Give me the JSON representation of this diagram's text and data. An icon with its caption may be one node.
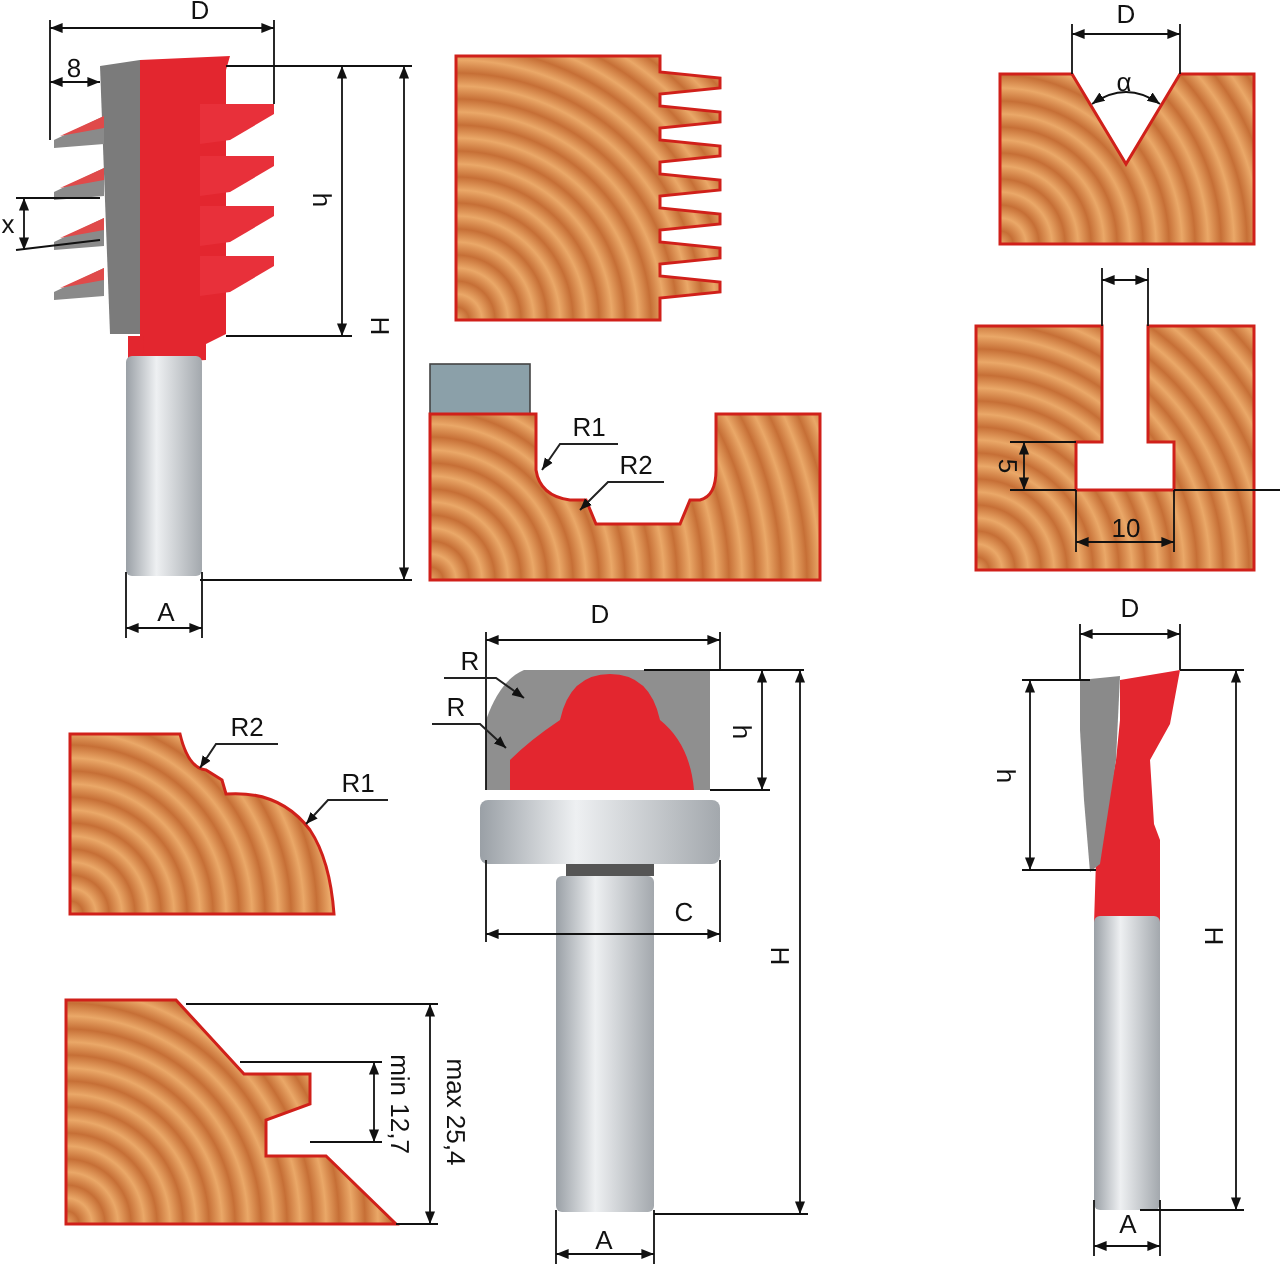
{
  "diagram": {
    "nodes": [
      {
        "text": [
          "R1"
        ]
      },
      {
        "text": [
          "R2"
        ]
      },
      {
        "text": [
          "R"
        ]
      },
      {
        "text": [
          "R"
        ]
      },
      {
        "text": [
          "R2"
        ]
      },
      {
        "text": [
          "R1"
        ]
      }
    ],
    "edges": [
      {
        "from": 0,
        "to": null,
        "arrow": "to"
      },
      {
        "from": 1,
        "to": null,
        "arrow": "to"
      },
      {
        "from": 2,
        "to": null,
        "arrow": "to"
      },
      {
        "from": 3,
        "to": null,
        "arrow": "to"
      },
      {
        "from": 4,
        "to": null,
        "arrow": "to"
      },
      {
        "from": 5,
        "to": null,
        "arrow": "to"
      }
    ],
    "labels": [
      "D",
      "8",
      "x",
      "h",
      "H",
      "A",
      "D",
      "α",
      "5",
      "10",
      "D",
      "h",
      "C",
      "H",
      "A",
      "min 12,7",
      "max 25,4",
      "D",
      "h",
      "H",
      "A"
    ]
  }
}
